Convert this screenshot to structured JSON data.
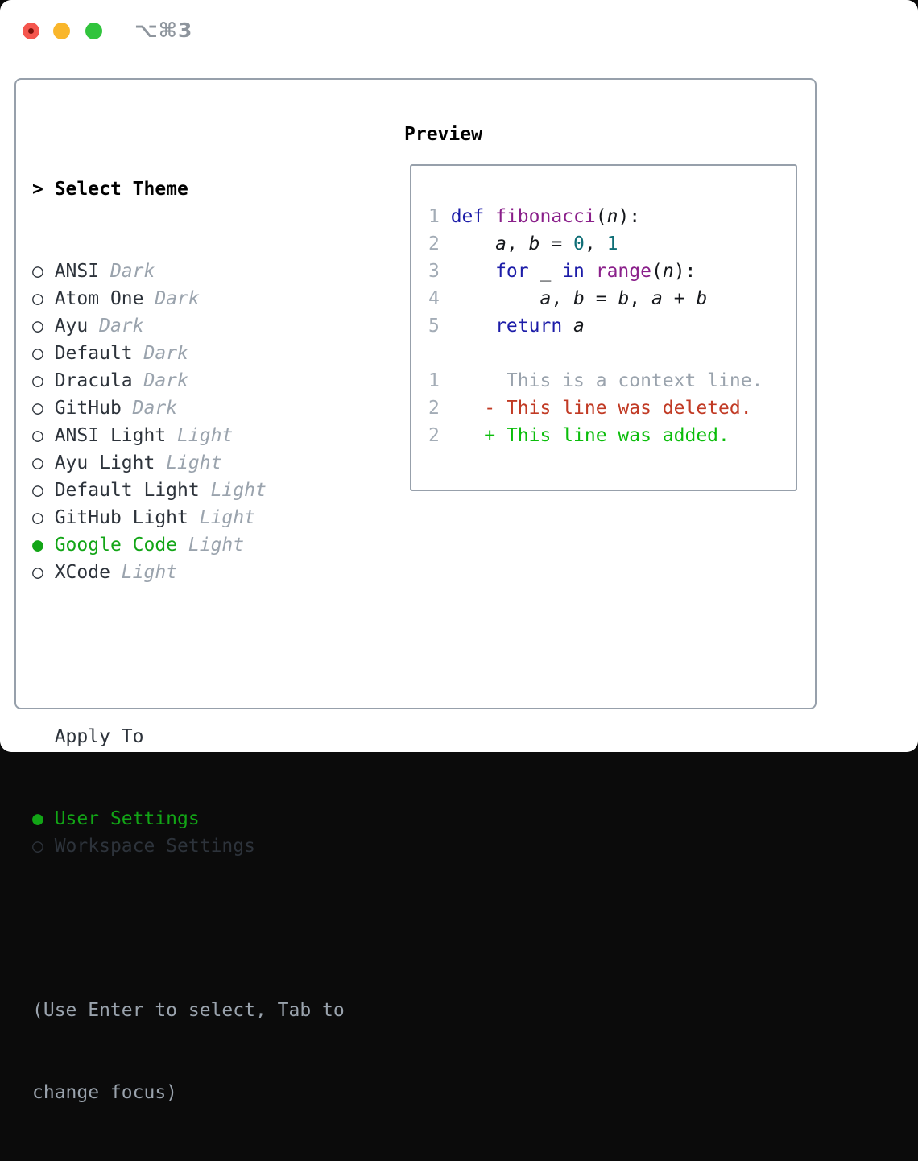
{
  "window": {
    "title": "⌥⌘3",
    "traffic_lights": [
      "close",
      "minimize",
      "zoom"
    ]
  },
  "colors": {
    "border": "#97a0ab",
    "heading": "#000000",
    "text": "#2d333b",
    "muted": "#9aa3ad",
    "selection_green": "#12a516",
    "line_number": "#a3acb6",
    "keyword": "#1c1ca8",
    "function": "#8a1f8a",
    "number_literal": "#0f6e76",
    "diff_deleted": "#c13a24",
    "diff_added": "#0bbd0b",
    "titlebar_text": "#8e959d",
    "traffic_red": "#f4564e",
    "traffic_red_dot": "#7d120b",
    "traffic_yellow": "#f9b62b",
    "traffic_green": "#31c43d"
  },
  "theme_panel": {
    "header_prefix": "> ",
    "header": "Select Theme",
    "markers": {
      "selected": "●",
      "unselected": "○"
    },
    "items": [
      {
        "name": "ANSI",
        "variant": "Dark",
        "selected": false
      },
      {
        "name": "Atom One",
        "variant": "Dark",
        "selected": false
      },
      {
        "name": "Ayu",
        "variant": "Dark",
        "selected": false
      },
      {
        "name": "Default",
        "variant": "Dark",
        "selected": false
      },
      {
        "name": "Dracula",
        "variant": "Dark",
        "selected": false
      },
      {
        "name": "GitHub",
        "variant": "Dark",
        "selected": false
      },
      {
        "name": "ANSI Light",
        "variant": "Light",
        "selected": false
      },
      {
        "name": "Ayu Light",
        "variant": "Light",
        "selected": false
      },
      {
        "name": "Default Light",
        "variant": "Light",
        "selected": false
      },
      {
        "name": "GitHub Light",
        "variant": "Light",
        "selected": false
      },
      {
        "name": "Google Code",
        "variant": "Light",
        "selected": true
      },
      {
        "name": "XCode",
        "variant": "Light",
        "selected": false
      }
    ]
  },
  "apply_panel": {
    "header": "Apply To",
    "items": [
      {
        "label": "User Settings",
        "selected": true
      },
      {
        "label": "Workspace Settings",
        "selected": false
      }
    ]
  },
  "help_text": [
    "(Use Enter to select, Tab to",
    "change focus)"
  ],
  "preview": {
    "header": "Preview",
    "code_lines": [
      {
        "num": "1",
        "tokens": [
          {
            "t": "def",
            "c": "kwd"
          },
          {
            "t": " ",
            "c": "pln"
          },
          {
            "t": "fibonacci",
            "c": "fn"
          },
          {
            "t": "(",
            "c": "pln"
          },
          {
            "t": "n",
            "c": "var"
          },
          {
            "t": "):",
            "c": "pln"
          }
        ]
      },
      {
        "num": "2",
        "tokens": [
          {
            "t": "    ",
            "c": "pln"
          },
          {
            "t": "a",
            "c": "var"
          },
          {
            "t": ", ",
            "c": "pln"
          },
          {
            "t": "b",
            "c": "var"
          },
          {
            "t": " = ",
            "c": "pln"
          },
          {
            "t": "0",
            "c": "num"
          },
          {
            "t": ", ",
            "c": "pln"
          },
          {
            "t": "1",
            "c": "num"
          }
        ]
      },
      {
        "num": "3",
        "tokens": [
          {
            "t": "    ",
            "c": "pln"
          },
          {
            "t": "for",
            "c": "kwd"
          },
          {
            "t": " _ ",
            "c": "pln"
          },
          {
            "t": "in",
            "c": "kwd"
          },
          {
            "t": " ",
            "c": "pln"
          },
          {
            "t": "range",
            "c": "fn"
          },
          {
            "t": "(",
            "c": "pln"
          },
          {
            "t": "n",
            "c": "var"
          },
          {
            "t": "):",
            "c": "pln"
          }
        ]
      },
      {
        "num": "4",
        "tokens": [
          {
            "t": "        ",
            "c": "pln"
          },
          {
            "t": "a",
            "c": "var"
          },
          {
            "t": ", ",
            "c": "pln"
          },
          {
            "t": "b",
            "c": "var"
          },
          {
            "t": " = ",
            "c": "pln"
          },
          {
            "t": "b",
            "c": "var"
          },
          {
            "t": ", ",
            "c": "pln"
          },
          {
            "t": "a",
            "c": "var"
          },
          {
            "t": " + ",
            "c": "pln"
          },
          {
            "t": "b",
            "c": "var"
          }
        ]
      },
      {
        "num": "5",
        "tokens": [
          {
            "t": "    ",
            "c": "pln"
          },
          {
            "t": "return",
            "c": "kwd"
          },
          {
            "t": " ",
            "c": "pln"
          },
          {
            "t": "a",
            "c": "var"
          }
        ]
      },
      {
        "num": "",
        "tokens": []
      },
      {
        "num": "1",
        "tokens": [
          {
            "t": "     This is a context line.",
            "c": "ctx"
          }
        ]
      },
      {
        "num": "2",
        "tokens": [
          {
            "t": "   ",
            "c": "pln"
          },
          {
            "t": "- This line was deleted.",
            "c": "del"
          }
        ]
      },
      {
        "num": "2",
        "tokens": [
          {
            "t": "   ",
            "c": "pln"
          },
          {
            "t": "+ This line was added.",
            "c": "add"
          }
        ]
      }
    ]
  }
}
